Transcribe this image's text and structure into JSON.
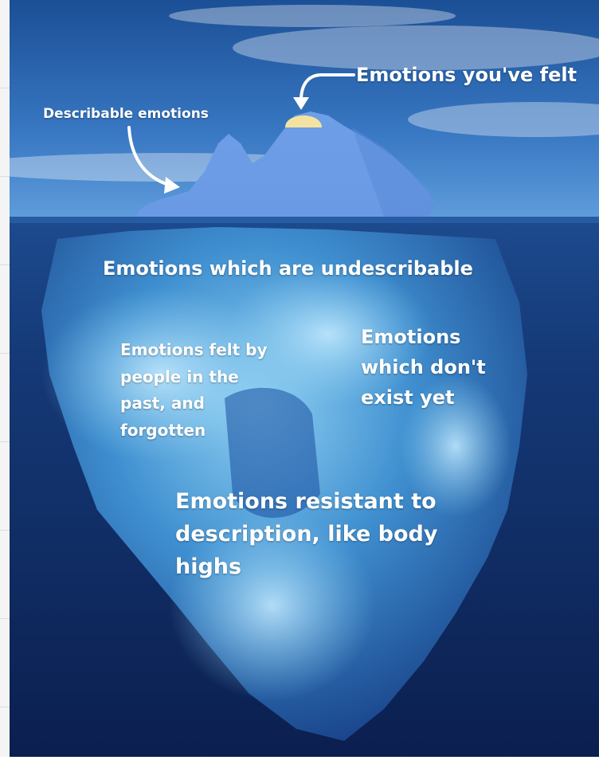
{
  "labels": {
    "emotions_felt": "Emotions you've felt",
    "describable": "Describable emotions",
    "undescribable": "Emotions which are undescribable",
    "past_forgotten": "Emotions felt by people in the past, and forgotten",
    "not_exist_yet": "Emotions which don't exist yet",
    "resistant": "Emotions resistant to description, like body highs"
  },
  "colors": {
    "sky_top": "#1b4f96",
    "sky_horizon": "#5f9ddc",
    "deep_sea": "#0b1f4f",
    "iceberg_tip": "#6d9ee6",
    "ice_light": "#8fd0f2",
    "ice_mid": "#3f8fd0",
    "felt_marker": "#f4e3a0",
    "arrow": "#ffffff"
  },
  "icons": [
    "curved-arrow-icon",
    "curved-arrow-icon"
  ]
}
